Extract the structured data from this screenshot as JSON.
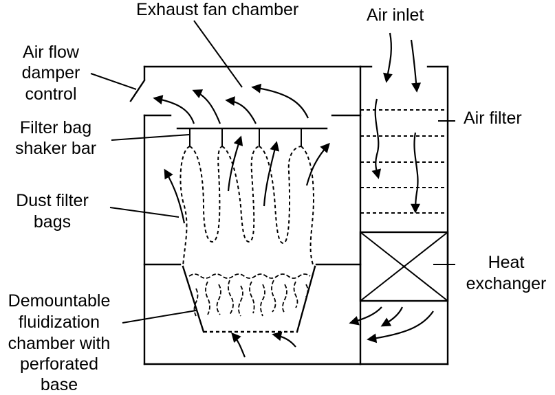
{
  "labels": {
    "exhaust_fan_chamber": "Exhaust fan chamber",
    "air_inlet": "Air inlet",
    "air_flow_damper_1": "Air flow",
    "air_flow_damper_2": "damper",
    "air_flow_damper_3": "control",
    "filter_bag_shaker_1": "Filter bag",
    "filter_bag_shaker_2": "shaker bar",
    "air_filter": "Air filter",
    "dust_filter_bags_1": "Dust filter",
    "dust_filter_bags_2": "bags",
    "heat_exchanger_1": "Heat",
    "heat_exchanger_2": "exchanger",
    "demountable_1": "Demountable",
    "demountable_2": "fluidization",
    "demountable_3": "chamber with",
    "demountable_4": "perforated",
    "demountable_5": "base"
  },
  "colors": {
    "line": "#000000",
    "background": "#ffffff"
  }
}
